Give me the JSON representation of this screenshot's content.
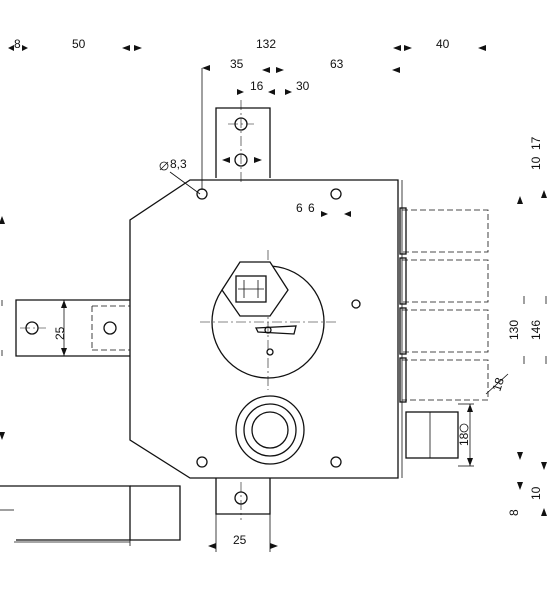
{
  "dimensions": {
    "d8_top": "8",
    "d50": "50",
    "d132": "132",
    "d40": "40",
    "d35": "35",
    "d63": "63",
    "d16": "16",
    "d30": "30",
    "dia_83": "8,3",
    "d6": "6",
    "d25_left": "25",
    "d25_bottom": "25",
    "d10_right": "10",
    "d17": "17",
    "d130": "130",
    "d146": "146",
    "dia_18_angled": "18",
    "dia_18": "18",
    "d10_lower": "10",
    "d8_lower": "8"
  }
}
